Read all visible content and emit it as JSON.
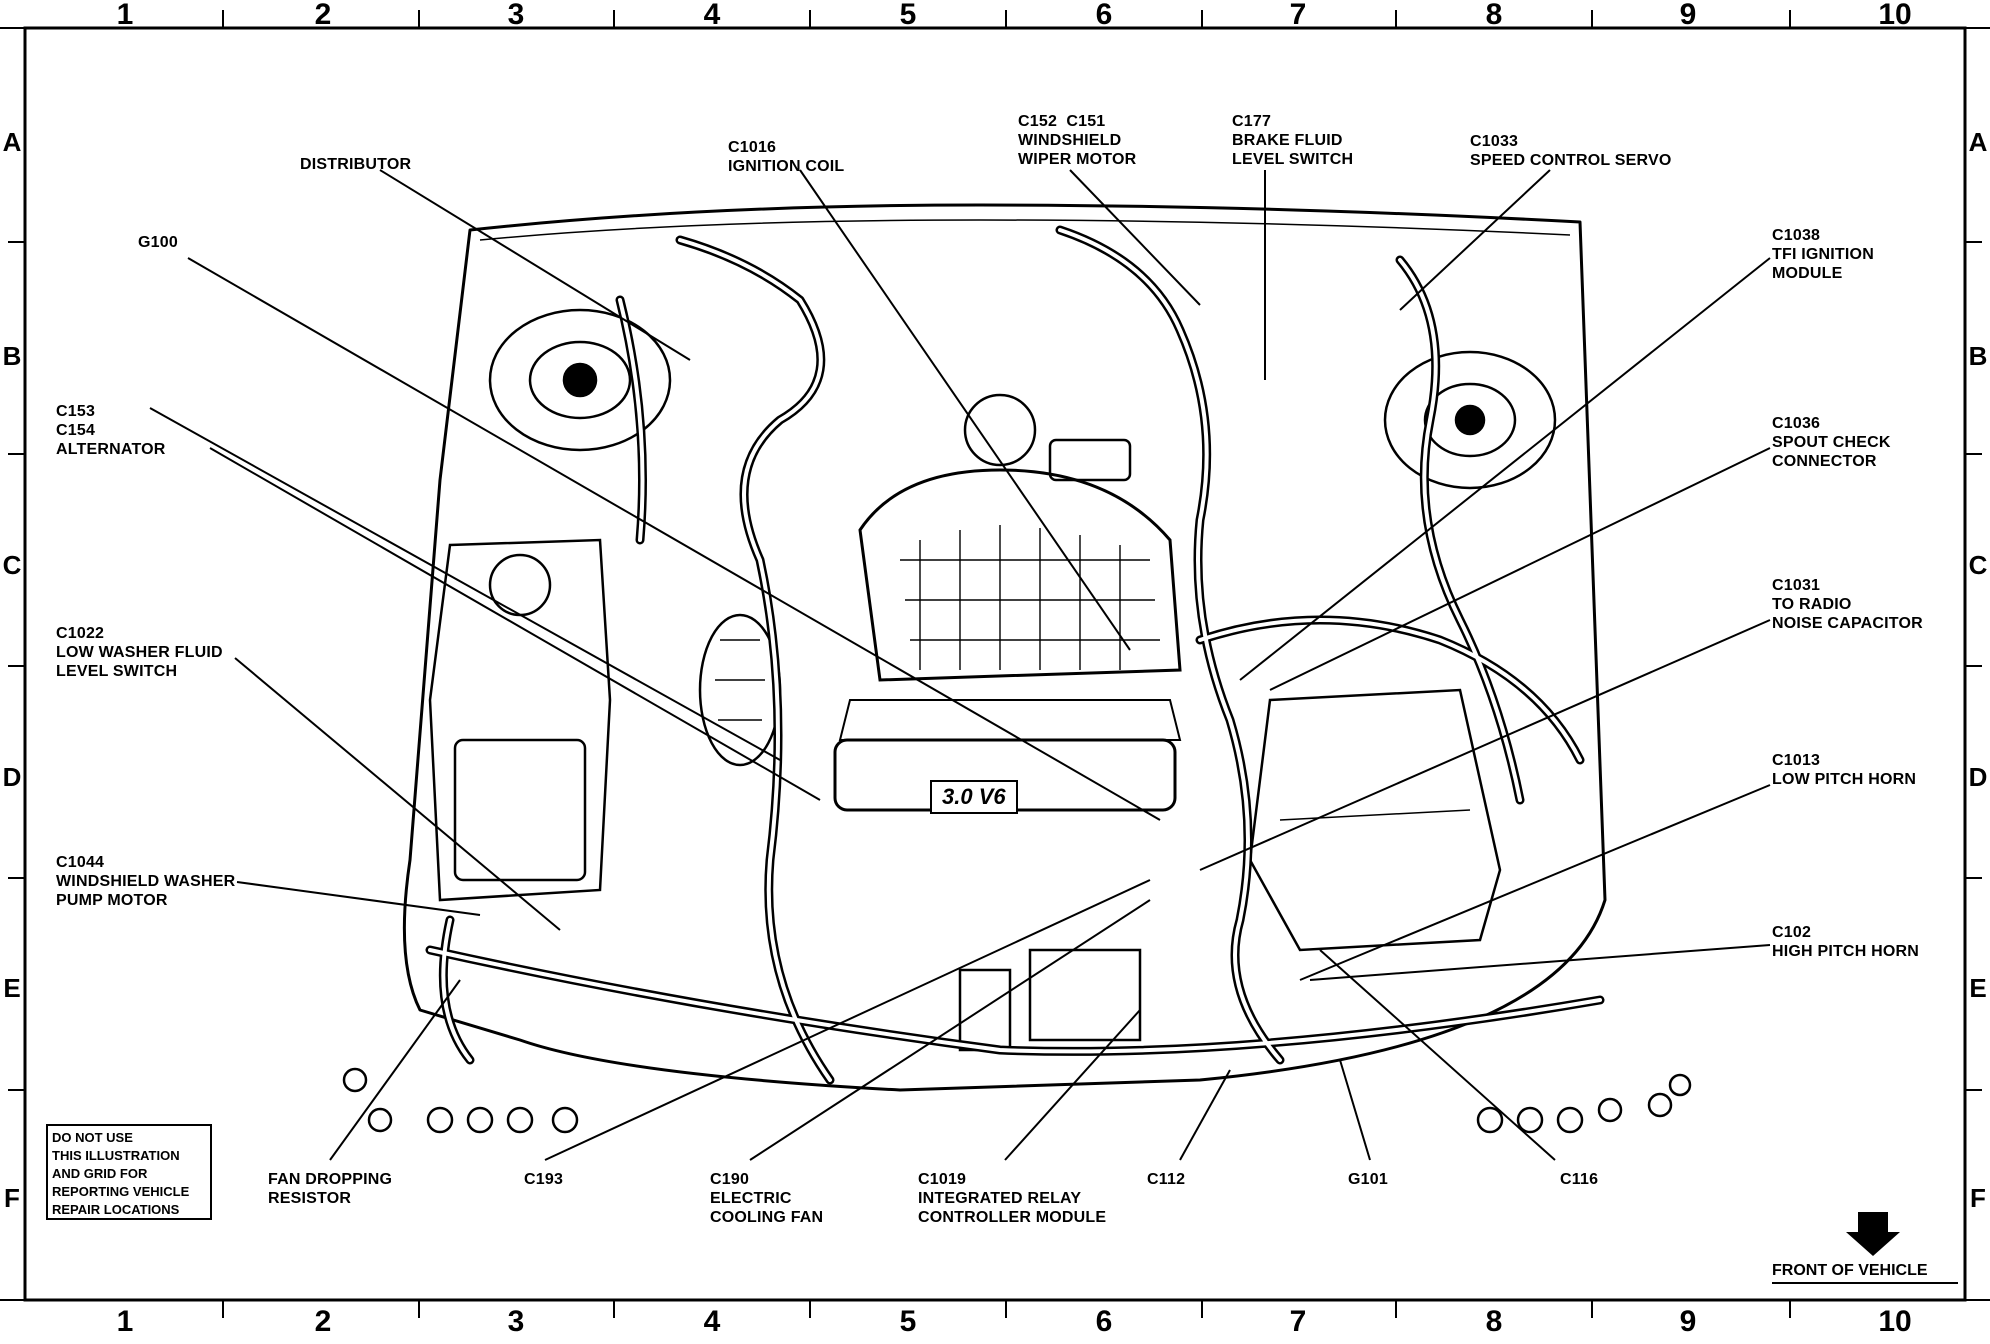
{
  "grid": {
    "columns": [
      "1",
      "2",
      "3",
      "4",
      "5",
      "6",
      "7",
      "8",
      "9",
      "10"
    ],
    "rows": [
      "A",
      "B",
      "C",
      "D",
      "E",
      "F"
    ]
  },
  "callouts": {
    "distributor": {
      "lines": [
        "DISTRIBUTOR"
      ]
    },
    "c1016": {
      "code": "C1016",
      "lines": [
        "IGNITION COIL"
      ]
    },
    "c152_c151": {
      "code": "C152  C151",
      "lines": [
        "WINDSHIELD",
        "WIPER MOTOR"
      ]
    },
    "c177": {
      "code": "C177",
      "lines": [
        "BRAKE FLUID",
        "LEVEL SWITCH"
      ]
    },
    "c1033": {
      "code": "C1033",
      "lines": [
        "SPEED CONTROL SERVO"
      ]
    },
    "g100": {
      "code": "G100",
      "lines": []
    },
    "c1038": {
      "code": "C1038",
      "lines": [
        "TFI IGNITION",
        "MODULE"
      ]
    },
    "c153_c154": {
      "code": "C153",
      "lines": [
        "C154",
        "ALTERNATOR"
      ]
    },
    "c1036": {
      "code": "C1036",
      "lines": [
        "SPOUT CHECK",
        "CONNECTOR"
      ]
    },
    "c1031": {
      "code": "C1031",
      "lines": [
        "TO RADIO",
        "NOISE CAPACITOR"
      ]
    },
    "c1022": {
      "code": "C1022",
      "lines": [
        "LOW WASHER FLUID",
        "LEVEL SWITCH"
      ]
    },
    "c1013": {
      "code": "C1013",
      "lines": [
        "LOW PITCH HORN"
      ]
    },
    "c1044": {
      "code": "C1044",
      "lines": [
        "WINDSHIELD WASHER",
        "PUMP MOTOR"
      ]
    },
    "c102": {
      "code": "C102",
      "lines": [
        "HIGH PITCH HORN"
      ]
    },
    "fan_resistor": {
      "lines": [
        "FAN DROPPING",
        "RESISTOR"
      ]
    },
    "c193": {
      "code": "C193",
      "lines": []
    },
    "c190": {
      "code": "C190",
      "lines": [
        "ELECTRIC",
        "COOLING FAN"
      ]
    },
    "c1019": {
      "code": "C1019",
      "lines": [
        "INTEGRATED RELAY",
        "CONTROLLER MODULE"
      ]
    },
    "c112": {
      "code": "C112",
      "lines": []
    },
    "g101": {
      "code": "G101",
      "lines": []
    },
    "c116": {
      "code": "C116",
      "lines": []
    }
  },
  "engine_badge": "3.0 V6",
  "warning_box": [
    "DO NOT USE",
    "THIS ILLUSTRATION",
    "AND GRID FOR",
    "REPORTING VEHICLE",
    "REPAIR LOCATIONS"
  ],
  "front_of_vehicle": "FRONT OF VEHICLE"
}
